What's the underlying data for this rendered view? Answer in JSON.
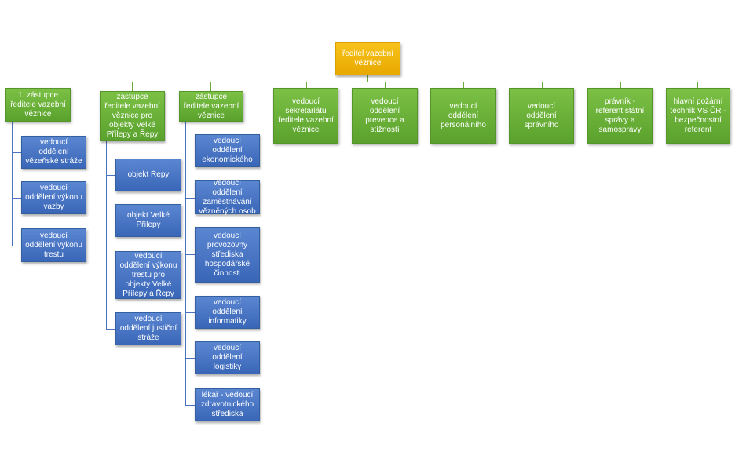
{
  "chart": {
    "root": "ředitel vazební věznice",
    "col1": {
      "head": "1. zástupce ředitele vazební věznice",
      "items": [
        "vedoucí oddělení vězeňské stráže",
        "vedoucí oddělení výkonu vazby",
        "vedoucí oddělení výkonu trestu"
      ]
    },
    "col2": {
      "head": "zástupce ředitele vazební věznice pro objekty Velké Přílepy a Řepy",
      "items": [
        "objekt Řepy",
        "objekt Velké Přílepy",
        "vedoucí oddělení výkonu trestu pro objekty Velké Přílepy a Řepy",
        "vedoucí oddělení justiční stráže"
      ]
    },
    "col3": {
      "head": "zástupce ředitele vazební věznice",
      "items": [
        "vedoucí oddělení ekonomického",
        "vedoucí oddělení zaměstnávání vězněných osob",
        "vedoucí provozovny střediska hospodářské činnosti",
        "vedoucí oddělení informatiky",
        "vedoucí oddělení logistiky",
        "lékař - vedoucí zdravotnického střediska"
      ]
    },
    "others": [
      "vedoucí sekretariátu ředitele vazební věznice",
      "vedoucí oddělení prevence a stížností",
      "vedoucí oddělení personálního",
      "vedoucí oddělení správního",
      "právník - referent státní správy a samosprávy",
      "hlavní požární technik VS ČR - bezpečnostní referent"
    ]
  }
}
